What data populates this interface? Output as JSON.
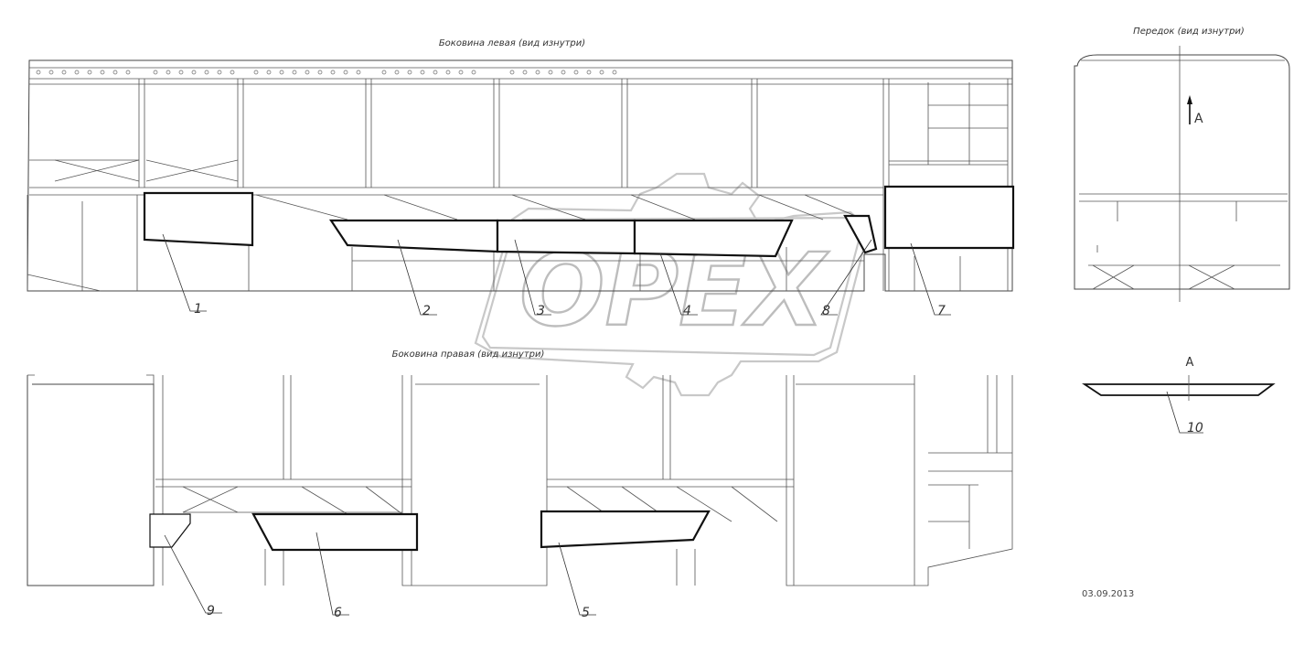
{
  "views": {
    "left_side": "Боковина левая (вид изнутри)",
    "right_side": "Боковина правая (вид изнутри)",
    "front": "Передок (вид изнутри)",
    "section_mark": "A",
    "section_title": "A"
  },
  "callouts": [
    "1",
    "2",
    "3",
    "4",
    "5",
    "6",
    "7",
    "8",
    "9",
    "10"
  ],
  "watermark": "OPEX",
  "date": "03.09.2013"
}
